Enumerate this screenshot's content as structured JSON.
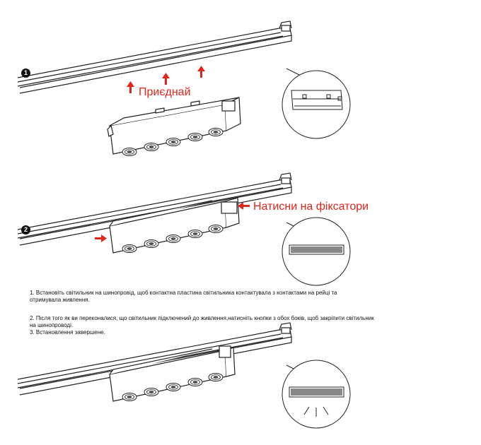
{
  "steps": [
    {
      "number": "1",
      "callout": "Приєднай"
    },
    {
      "number": "2",
      "callout": "Натисни на фіксатори"
    }
  ],
  "instructions": {
    "line1a": "1. Встановіть світильник на шинопровід, щоб контактна пластина світильника контактувала з контактами на рейці та",
    "line1b": "отримувала живлення.",
    "line2a": "2. Після того як ви переконалися, що світильник підключений до живлення,натисніть кнопки з обох боків, щоб закріпити світильник",
    "line2b": "на шинопроводі.",
    "line3": "3. Встановлення завершене."
  },
  "colors": {
    "accent": "#e1261c",
    "line": "#222222"
  },
  "icons": [
    "arrow-up-icon",
    "arrow-right-icon",
    "arrow-left-icon",
    "magnifier-callout-icon"
  ]
}
